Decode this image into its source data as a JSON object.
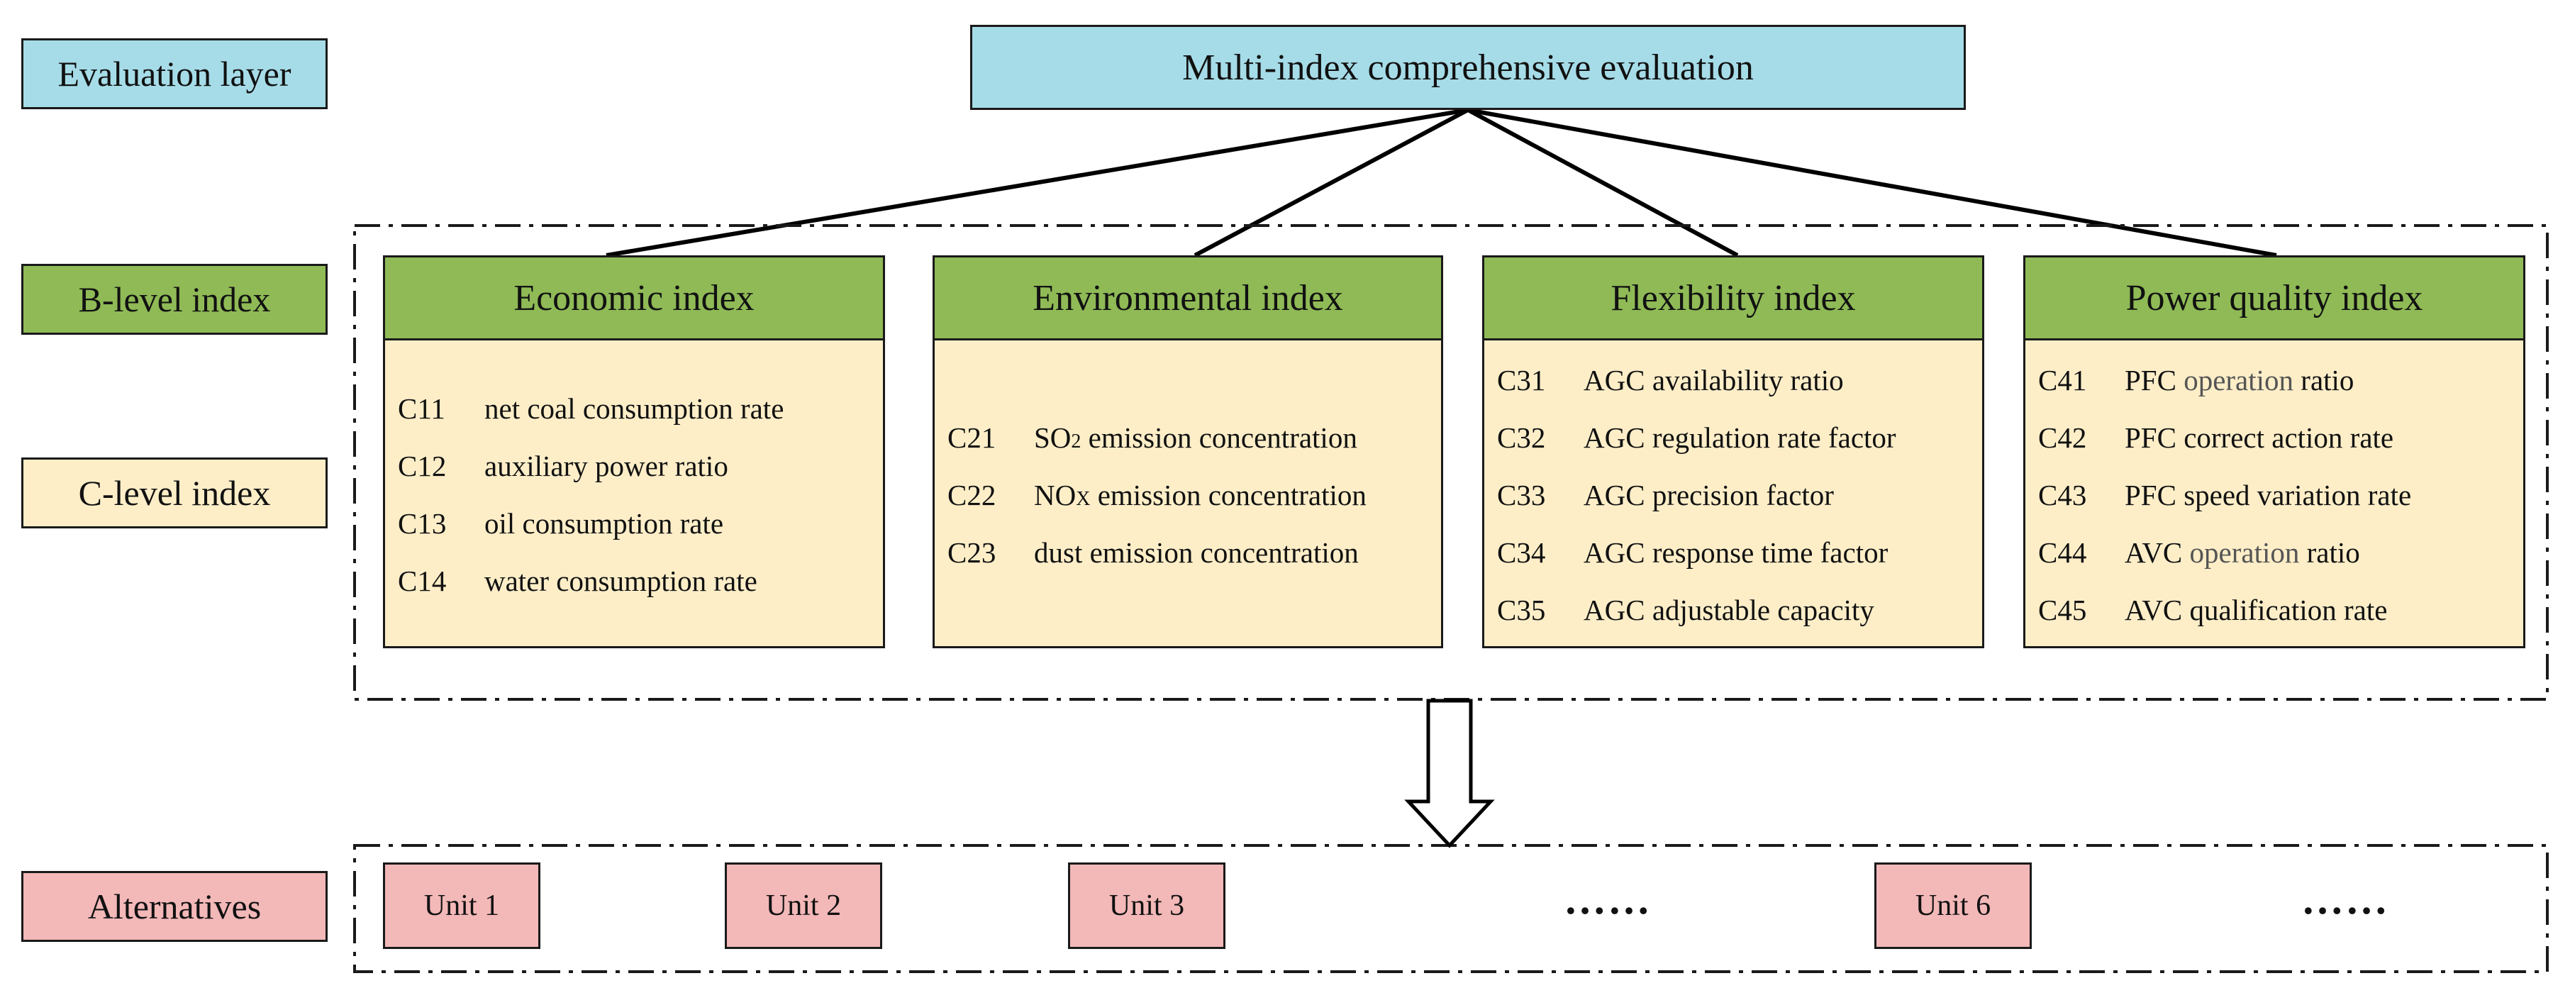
{
  "side_labels": {
    "evaluation": "Evaluation layer",
    "b_level": "B-level index",
    "c_level": "C-level index",
    "alternatives": "Alternatives"
  },
  "top": {
    "title": "Multi-index comprehensive evaluation"
  },
  "b_indices": [
    {
      "title": "Economic index",
      "items": [
        {
          "code": "C11",
          "label": "net coal consumption rate"
        },
        {
          "code": "C12",
          "label": "auxiliary power ratio"
        },
        {
          "code": "C13",
          "label": "oil consumption rate"
        },
        {
          "code": "C14",
          "label": "water consumption rate"
        }
      ]
    },
    {
      "title": "Environmental index",
      "items": [
        {
          "code": "C21",
          "label_pre": "SO",
          "label_sub": "2",
          "label_post": " emission concentration"
        },
        {
          "code": "C22",
          "label_pre": "NO",
          "label_sub": "X",
          "label_post": " emission concentration"
        },
        {
          "code": "C23",
          "label": "dust emission concentration"
        }
      ]
    },
    {
      "title": "Flexibility index",
      "items": [
        {
          "code": "C31",
          "label": "AGC availability ratio"
        },
        {
          "code": "C32",
          "label": "AGC regulation rate factor"
        },
        {
          "code": "C33",
          "label": "AGC precision factor"
        },
        {
          "code": "C34",
          "label": "AGC response time factor"
        },
        {
          "code": "C35",
          "label": "AGC adjustable capacity"
        }
      ]
    },
    {
      "title": "Power quality index",
      "items": [
        {
          "code": "C41",
          "label_a": "PFC ",
          "label_gray": "operation",
          "label_b": " ratio"
        },
        {
          "code": "C42",
          "label": "PFC correct action rate"
        },
        {
          "code": "C43",
          "label": "PFC speed variation rate"
        },
        {
          "code": "C44",
          "label_a": "AVC ",
          "label_gray": "operation",
          "label_b": " ratio"
        },
        {
          "code": "C45",
          "label": "AVC qualification rate"
        }
      ]
    }
  ],
  "alternatives": {
    "units": [
      "Unit 1",
      "Unit 2",
      "Unit 3",
      "Unit 6"
    ],
    "ellipsis": "……"
  },
  "colors": {
    "evaluation": "#a6dce8",
    "b_level": "#8fba56",
    "c_level": "#fdeec8",
    "alternatives": "#f3b8b8"
  }
}
